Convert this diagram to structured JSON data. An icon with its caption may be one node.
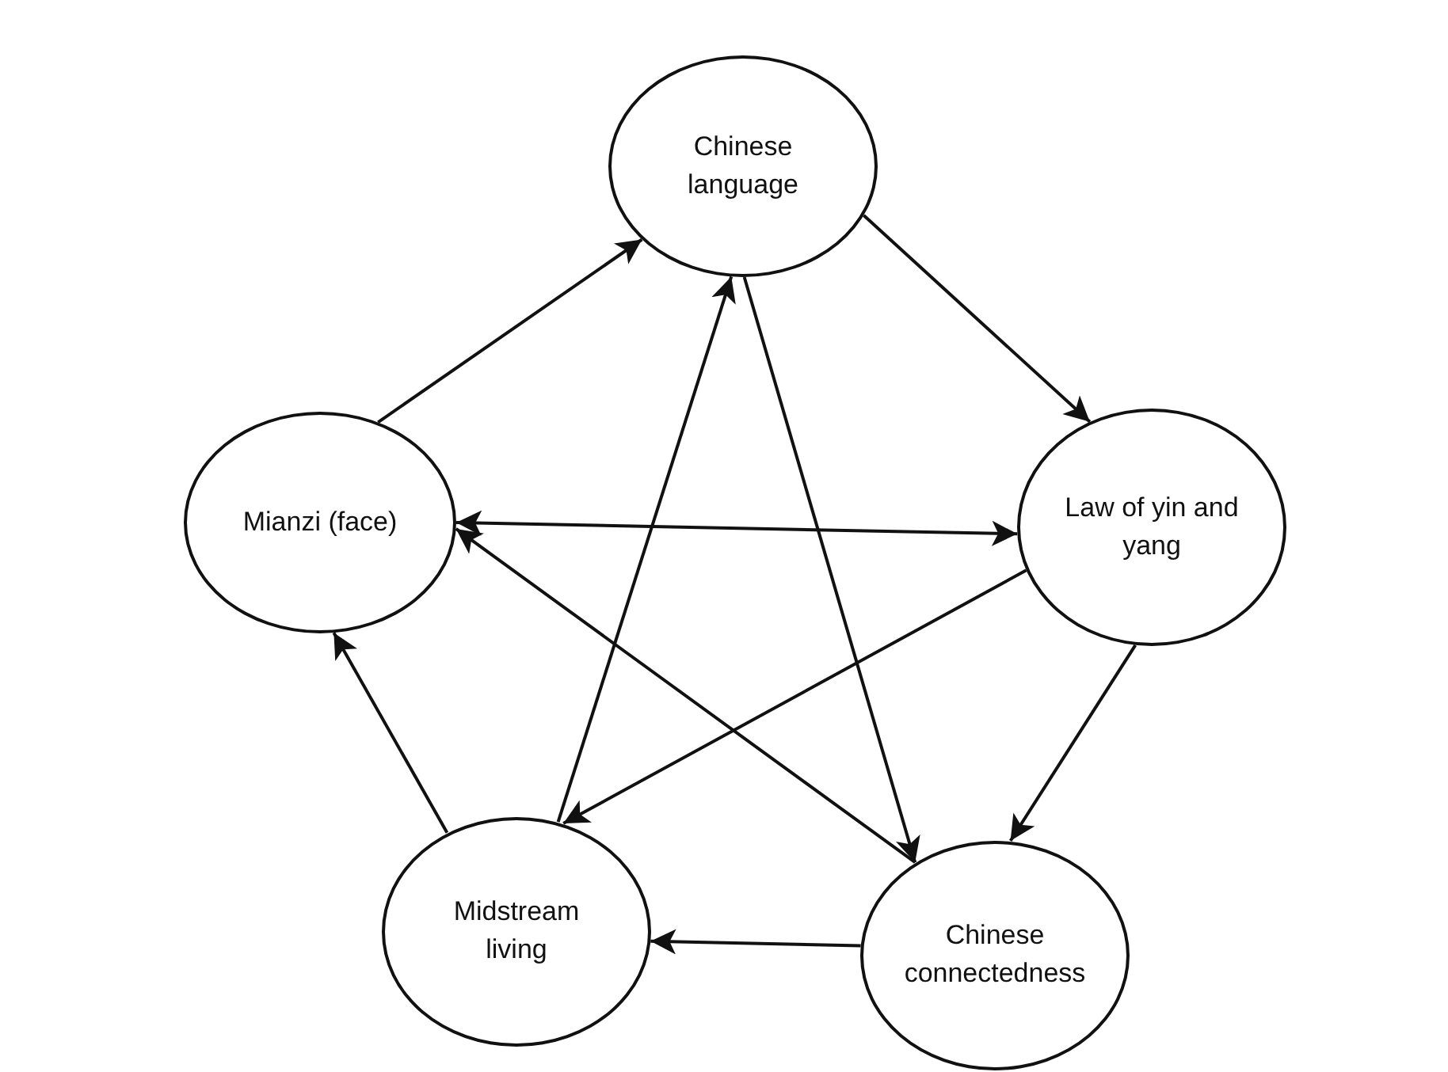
{
  "diagram": {
    "nodes": [
      {
        "text": [
          "Chinese language"
        ]
      },
      {
        "text": [
          "Law of yin and yang"
        ]
      },
      {
        "text": [
          "Chinese connectedness"
        ]
      },
      {
        "text": [
          "Midstream living"
        ]
      },
      {
        "text": [
          "Mianzi (face)"
        ]
      }
    ],
    "edges": [
      {
        "from": 4,
        "to": 0,
        "arrow": "to"
      },
      {
        "from": 0,
        "to": 1,
        "arrow": "to"
      },
      {
        "from": 1,
        "to": 2,
        "arrow": "to"
      },
      {
        "from": 2,
        "to": 3,
        "arrow": "to"
      },
      {
        "from": 3,
        "to": 4,
        "arrow": "to"
      },
      {
        "from": 3,
        "to": 0,
        "arrow": "to"
      },
      {
        "from": 0,
        "to": 2,
        "arrow": "to"
      },
      {
        "from": 4,
        "to": 1,
        "arrow": "both"
      },
      {
        "from": 2,
        "to": 4,
        "arrow": "to"
      },
      {
        "from": 1,
        "to": 3,
        "arrow": "to"
      }
    ]
  }
}
